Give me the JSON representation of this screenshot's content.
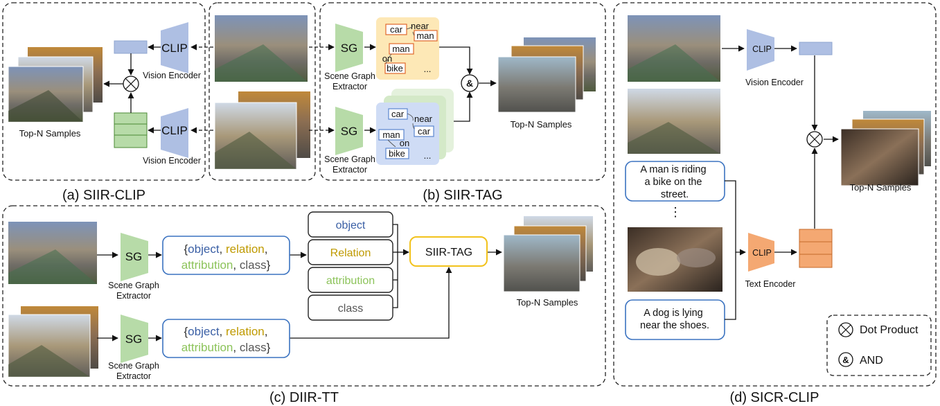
{
  "panels": {
    "siir_clip": {
      "caption": "(a) SIIR-CLIP",
      "clip_label": "CLIP",
      "encoder_label": "Vision Encoder",
      "samples_label": "Top-N Samples"
    },
    "siir_tag": {
      "caption": "(b) SIIR-TAG",
      "sg_label": "SG",
      "extractor_label": "Scene Graph Extractor",
      "and_symbol": "&",
      "samples_label": "Top-N Samples",
      "graph_top": {
        "nodes": [
          "car",
          "near",
          "man",
          "man",
          "on",
          "bike"
        ],
        "ellipsis": "..."
      },
      "graph_bottom": {
        "nodes": [
          "car",
          "near",
          "car",
          "man",
          "on",
          "bike"
        ],
        "ellipsis": "..."
      }
    },
    "diir_tt": {
      "caption": "(c) DIIR-TT",
      "sg_label": "SG",
      "extractor_label": "Scene Graph Extractor",
      "tuple_open": "{",
      "tuple_object": "object",
      "tuple_relation": "relation",
      "tuple_attribution": "attribution",
      "tuple_class": "class",
      "tuple_sep": ", ",
      "tuple_close": "}",
      "stack": [
        "object",
        "Relation",
        "attribution",
        "class"
      ],
      "siir_tag_label": "SIIR-TAG",
      "samples_label": "Top-N Samples"
    },
    "sicr_clip": {
      "caption": "(d) SICR-CLIP",
      "clip_label": "CLIP",
      "vision_encoder_label": "Vision Encoder",
      "text_encoder_label": "Text Encoder",
      "samples_label": "Top-N Samples",
      "caption_1": [
        "A man is riding",
        "a bike on the",
        "street."
      ],
      "caption_2": [
        "A dog is lying",
        "near the shoes."
      ],
      "ellipsis_v": "⋮"
    },
    "legend": {
      "dot_product": "Dot Product",
      "and": "AND",
      "and_symbol": "&"
    }
  },
  "colors": {
    "clip_blue": "#aebfe3",
    "sg_green": "#b7dba8",
    "clip_orange": "#f4a872",
    "box_blue": "#3a72c0",
    "box_yellow": "#f2c21b",
    "text_blue": "#3a5fa5",
    "text_gold": "#bf9a00",
    "text_green": "#8cc35a",
    "text_gray": "#555555"
  }
}
